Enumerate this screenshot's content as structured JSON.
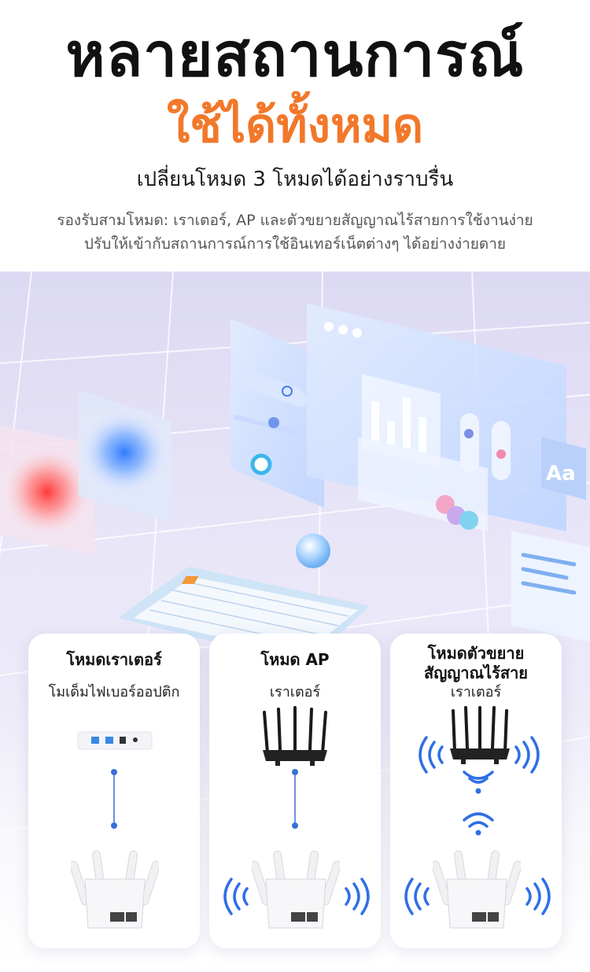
{
  "header": {
    "title": "หลายสถานการณ์",
    "title_accent": "ใช้ได้ทั้งหมด",
    "subtitle": "เปลี่ยนโหมด 3 โหมดได้อย่างราบรื่น",
    "description_line1": "รองรับสามโหมด: เราเตอร์, AP และตัวขยายสัญญาณไร้สายการใช้งานง่าย",
    "description_line2": "ปรับให้เข้ากับสถานการณ์การใช้อินเทอร์เน็ตต่างๆ ได้อย่างง่ายดาย"
  },
  "illustration": {
    "font_tile_label": "Aa"
  },
  "cards": [
    {
      "title": "โหมดเราเตอร์",
      "source_label": "โมเด็มไฟเบอร์ออปติก"
    },
    {
      "title": "โหมด AP",
      "source_label": "เราเตอร์"
    },
    {
      "title_line1": "โหมดตัวขยาย",
      "title_line2": "สัญญาณไร้สาย",
      "source_label": "เราเตอร์"
    }
  ],
  "colors": {
    "accent": "#f2782a",
    "title": "#111111",
    "wifi_blue": "#2f6fe6",
    "link_blue": "#3b6fd8"
  }
}
